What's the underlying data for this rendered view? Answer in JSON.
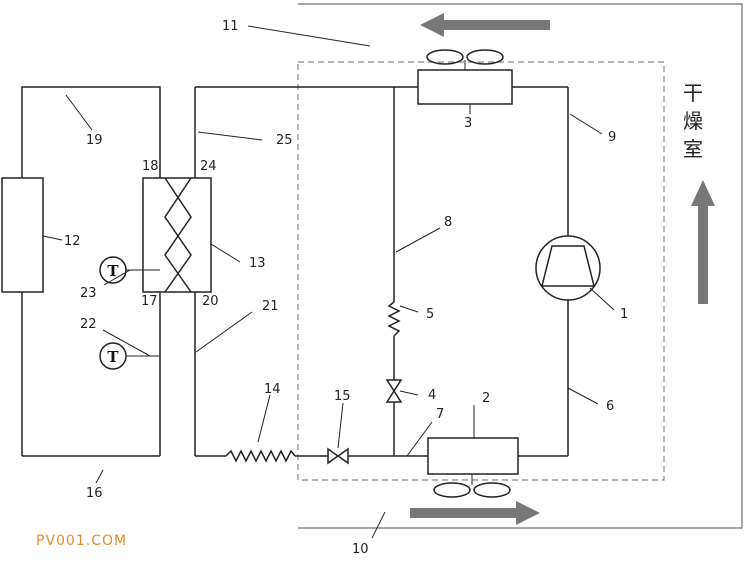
{
  "labels": {
    "l1": "1",
    "l2": "2",
    "l3": "3",
    "l4": "4",
    "l5": "5",
    "l6": "6",
    "l7": "7",
    "l8": "8",
    "l9": "9",
    "l10": "10",
    "l11": "11",
    "l12": "12",
    "l13": "13",
    "l14": "14",
    "l15": "15",
    "l16": "16",
    "l17": "17",
    "l18": "18",
    "l19": "19",
    "l20": "20",
    "l21": "21",
    "l22": "22",
    "l23": "23",
    "l24": "24",
    "l25": "25"
  },
  "room_label": [
    "干",
    "燥",
    "室"
  ],
  "thermometer_symbol": "T",
  "watermark": "PV001.COM",
  "colors": {
    "line": "#222222",
    "arrow": "#777777",
    "dashed": "#888888",
    "watermark": "#e88a2a"
  }
}
